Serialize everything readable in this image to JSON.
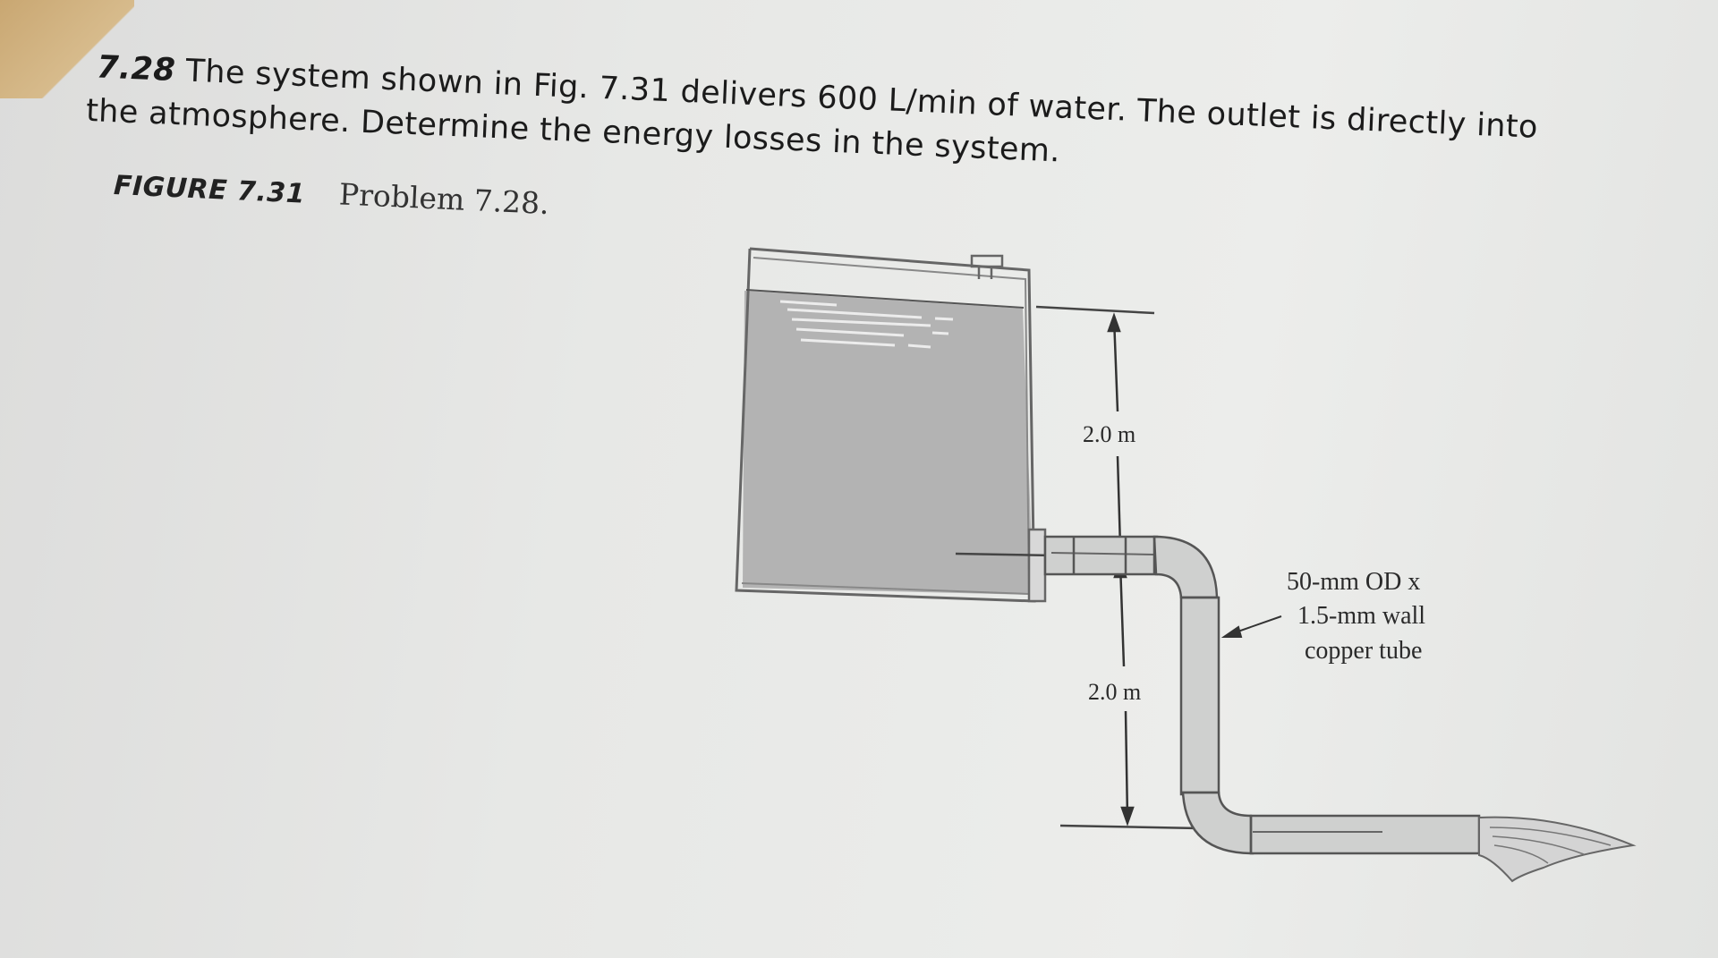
{
  "problem": {
    "number": "7.28",
    "line1": "The system shown in Fig. 7.31 delivers 600 L/min of water. The outlet is directly into",
    "line2": "the atmosphere. Determine the energy losses in the system."
  },
  "figure": {
    "label": "FIGURE 7.31",
    "title": "Problem 7.28.",
    "dim_top": "2.0 m",
    "dim_bottom": "2.0 m",
    "tube_note": {
      "line1": "50-mm OD x",
      "line2": "1.5-mm wall",
      "line3": "copper tube"
    }
  }
}
